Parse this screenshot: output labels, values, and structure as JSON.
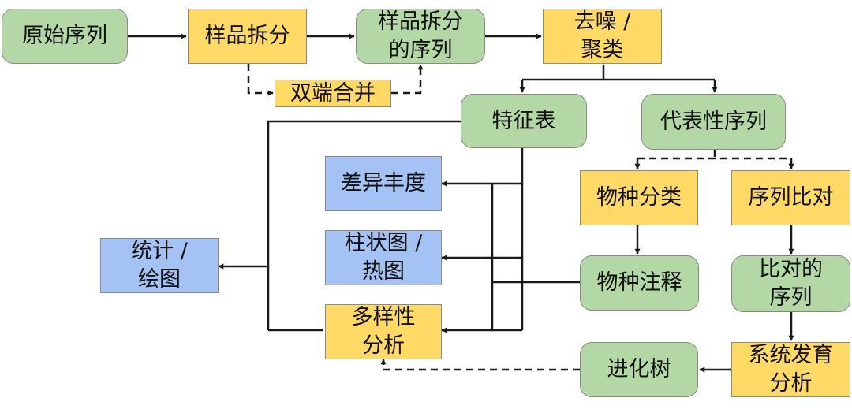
{
  "colors": {
    "green": "#b3d8a6",
    "yellow": "#ffd966",
    "blue": "#a4c2f4",
    "edge": "#1a1a1a"
  },
  "nodes": {
    "raw": "原始序列",
    "split": "样品拆分",
    "split_seq": "样品拆分\n的序列",
    "denoise": "去噪 /\n聚类",
    "merge": "双端合并",
    "feature": "特征表",
    "rep_seq": "代表性序列",
    "diff": "差异丰度",
    "bar": "柱状图 /\n热图",
    "stat": "统计 /\n绘图",
    "diversity": "多样性\n分析",
    "taxon": "物种分类",
    "align": "序列比对",
    "annot": "物种注释",
    "aligned": "比对的\n序列",
    "phylo": "系统发育\n分析",
    "tree": "进化树"
  }
}
